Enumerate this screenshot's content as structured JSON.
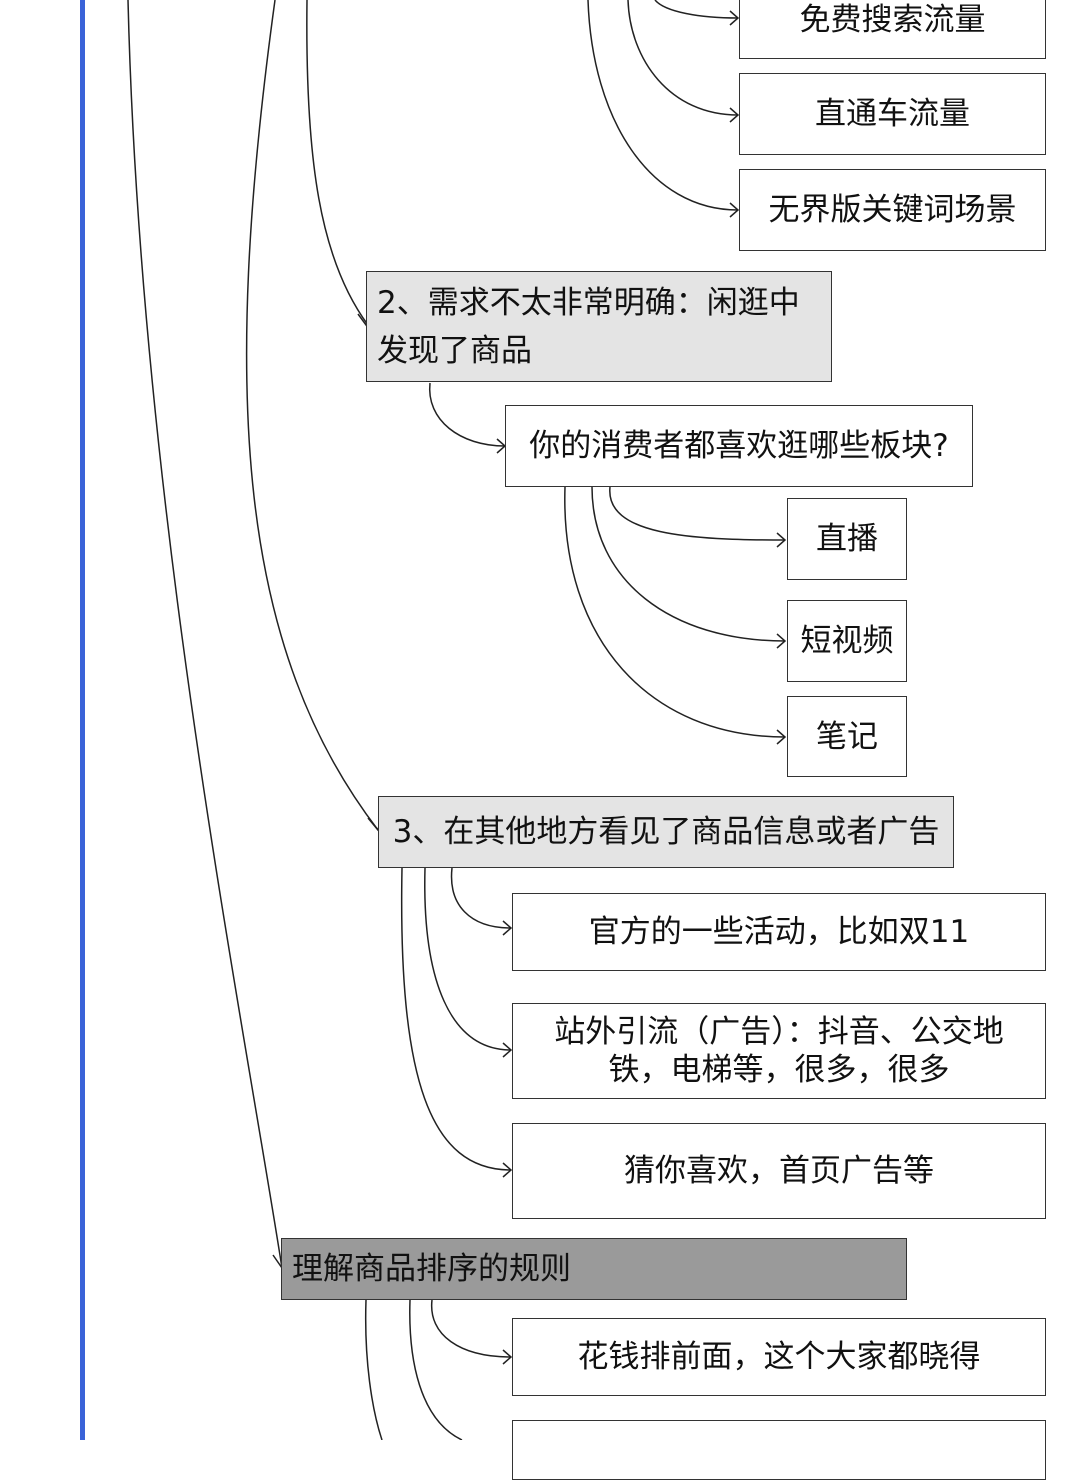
{
  "nodes": {
    "free_search": "免费搜索流量",
    "ztc": "直通车流量",
    "wujie": "无界版关键词场景",
    "need2": "2、需求不太非常明确：闲逛中发现了商品",
    "q_sections": "你的消费者都喜欢逛哪些板块?",
    "live": "直播",
    "short_video": "短视频",
    "notes": "笔记",
    "need3": "3、在其他地方看见了商品信息或者广告",
    "official": "官方的一些活动，比如双11",
    "offsite": "站外引流（广告）：抖音、公交地铁，电梯等，很多，很多",
    "guess": "猜你喜欢，首页广告等",
    "ranking": "理解商品排序的规则",
    "paid": "花钱排前面，这个大家都晓得"
  },
  "colors": {
    "accent_line": "#3a63d8",
    "level_fill": "#e4e4e4",
    "section_fill": "#9a9a9a"
  }
}
